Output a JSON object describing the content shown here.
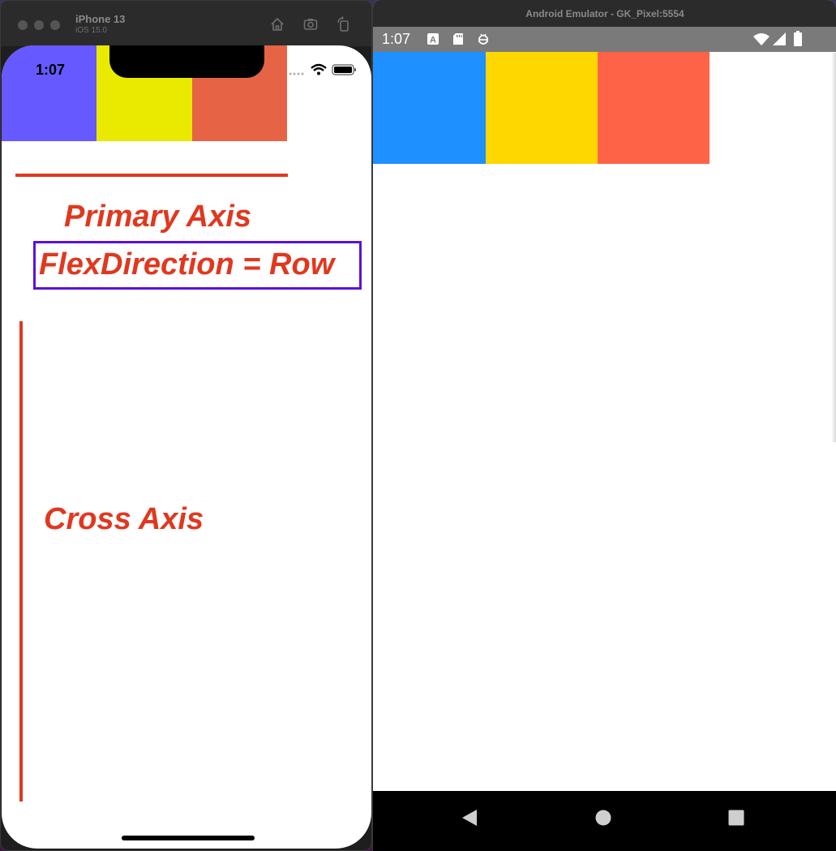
{
  "ios": {
    "device_name": "iPhone 13",
    "os_version": "iOS 15.0",
    "time": "1:07",
    "boxes": [
      {
        "color": "#6659ff"
      },
      {
        "color": "#eaea00"
      },
      {
        "color": "#e66445"
      }
    ],
    "annotations": {
      "primary_axis": "Primary Axis",
      "flex_direction": "FlexDirection = Row",
      "cross_axis": "Cross Axis"
    },
    "toolbar_icons": [
      "home-icon",
      "screenshot-icon",
      "rotate-icon"
    ]
  },
  "android": {
    "window_title": "Android Emulator - GK_Pixel:5554",
    "time": "1:07",
    "status_icons": [
      "font-icon",
      "sd-card-icon",
      "debug-icon",
      "wifi-icon",
      "signal-icon",
      "battery-icon"
    ],
    "boxes": [
      {
        "color": "#1e90ff"
      },
      {
        "color": "#ffd700"
      },
      {
        "color": "#ff6347"
      }
    ],
    "nav_icons": [
      "back-icon",
      "home-icon",
      "recents-icon"
    ]
  },
  "colors": {
    "annotation": "#e0381f",
    "highlight_border": "#5a13d6"
  }
}
